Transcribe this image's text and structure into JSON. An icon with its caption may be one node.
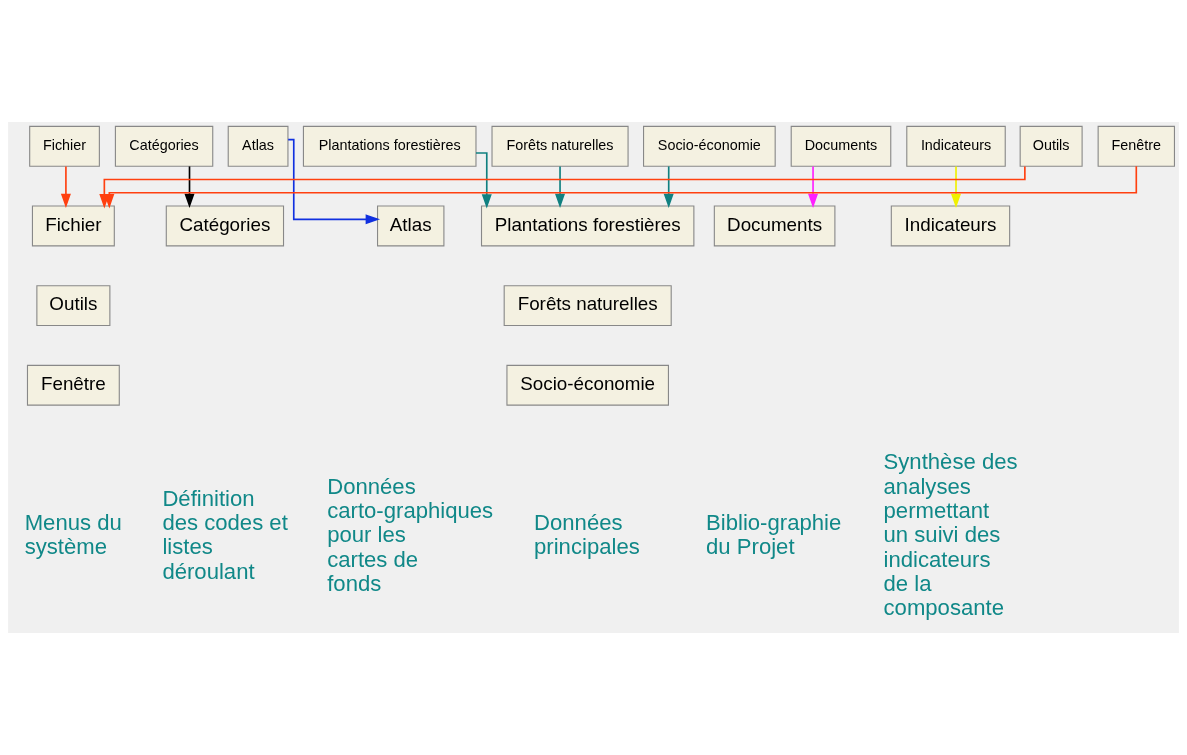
{
  "diagram": {
    "nodes": [
      {
        "text": [
          "Fichier"
        ]
      },
      {
        "text": [
          "Catégories"
        ]
      },
      {
        "text": [
          "Atlas"
        ]
      },
      {
        "text": [
          "Plantations forestières"
        ]
      },
      {
        "text": [
          "Forêts naturelles"
        ]
      },
      {
        "text": [
          "Socio-économie"
        ]
      },
      {
        "text": [
          "Documents"
        ]
      },
      {
        "text": [
          "Indicateurs"
        ]
      },
      {
        "text": [
          "Outils"
        ]
      },
      {
        "text": [
          "Fenêtre"
        ]
      },
      {
        "text": [
          "Fichier"
        ]
      },
      {
        "text": [
          "Catégories"
        ]
      },
      {
        "text": [
          "Atlas"
        ]
      },
      {
        "text": [
          "Plantations forestières"
        ]
      },
      {
        "text": [
          "Documents"
        ]
      },
      {
        "text": [
          "Indicateurs"
        ]
      },
      {
        "text": [
          "Outils"
        ]
      },
      {
        "text": [
          "Forêts naturelles"
        ]
      },
      {
        "text": [
          "Socio-économie"
        ]
      },
      {
        "text": [
          "Fenêtre"
        ]
      }
    ],
    "edges": [
      {
        "from": 0,
        "to": 10,
        "arrow": "to",
        "color": "#ff4010"
      },
      {
        "from": 8,
        "to": 10,
        "arrow": "to",
        "color": "#ff4010"
      },
      {
        "from": 9,
        "to": 10,
        "arrow": "to",
        "color": "#ff4010"
      },
      {
        "from": 1,
        "to": 11,
        "arrow": "to",
        "color": "#000000"
      },
      {
        "from": 2,
        "to": 12,
        "arrow": "to",
        "color": "#1030e0"
      },
      {
        "from": 3,
        "to": 13,
        "arrow": "to",
        "color": "#108080"
      },
      {
        "from": 4,
        "to": 13,
        "arrow": "to",
        "color": "#108080"
      },
      {
        "from": 5,
        "to": 13,
        "arrow": "to",
        "color": "#108080"
      },
      {
        "from": 6,
        "to": 14,
        "arrow": "to",
        "color": "#ff20ff"
      },
      {
        "from": 7,
        "to": 15,
        "arrow": "to",
        "color": "#f0f000"
      }
    ],
    "labels": [
      "Menus du système",
      "Définition des codes et listes déroulant",
      "Données carto-graphiques pour les cartes de fonds",
      "Données principales",
      "Biblio-graphie du Projet",
      "Synthèse des analyses permettant un suivi des indicateurs de la composante"
    ]
  }
}
